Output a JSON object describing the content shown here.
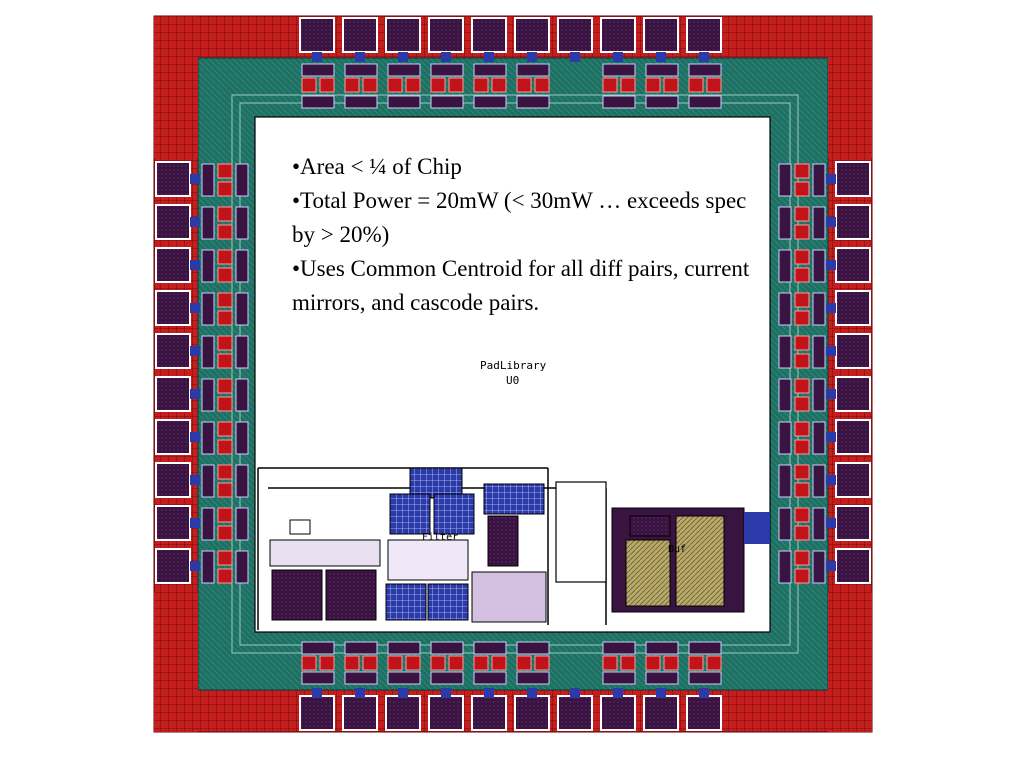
{
  "slide": {
    "bullets": [
      "•Area < ¼ of Chip",
      "•Total Power = 20mW (< 30mW … exceeds spec by > 20%)",
      "•Uses Common Centroid for all diff pairs, current mirrors, and cascode pairs."
    ]
  },
  "layout_labels": {
    "pad_library": "PadLibrary",
    "instance": "U0",
    "filter": "Filter",
    "block_right": "Buf"
  },
  "colors": {
    "pad_ring_red": "#c41e1e",
    "pad_ring_teal": "#1f6f63",
    "pad_dark_purple": "#3a1440",
    "via_blue": "#2a3aa8",
    "device_red": "#c0141a",
    "olive_block": "#b8a86a",
    "background": "#ffffff"
  }
}
